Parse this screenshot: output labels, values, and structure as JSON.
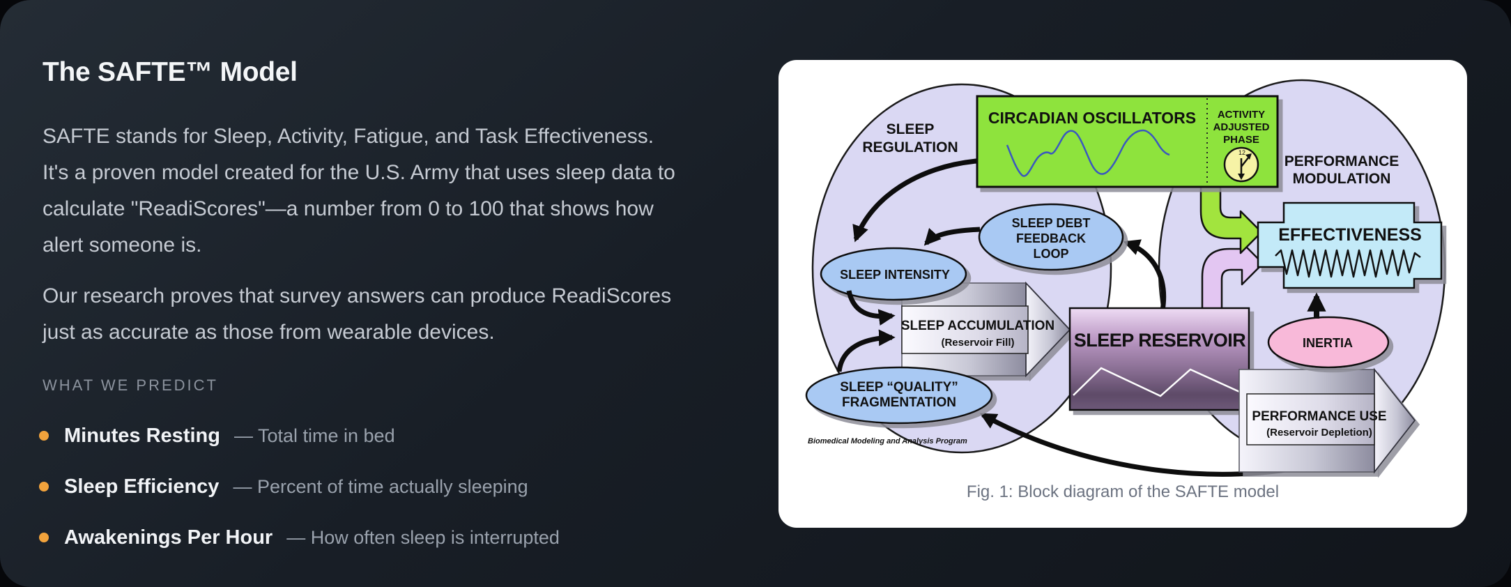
{
  "page": {
    "title": "The SAFTE™ Model",
    "paragraphs": {
      "p1": "SAFTE stands for Sleep, Activity, Fatigue, and Task Effectiveness.\nIt's a proven model created for the U.S. Army that uses sleep data to\ncalculate \"ReadiScores\"—a number from 0 to 100 that shows how\nalert someone is.",
      "p2": "Our research proves that survey answers can produce ReadiScores\njust as accurate as those from wearable devices."
    },
    "predict": {
      "label": "WHAT WE PREDICT",
      "items": [
        {
          "term": "Minutes Resting",
          "desc": "— Total time in bed"
        },
        {
          "term": "Sleep Efficiency",
          "desc": "— Percent of time actually sleeping"
        },
        {
          "term": "Awakenings Per Hour",
          "desc": "— How often sleep is interrupted"
        }
      ]
    }
  },
  "figure": {
    "caption": "Fig. 1: Block diagram of the SAFTE model",
    "credit": "Biomedical Modeling and Analysis Program",
    "labels": {
      "sleep_regulation": [
        "SLEEP",
        "REGULATION"
      ],
      "performance_modulation": [
        "PERFORMANCE",
        "MODULATION"
      ],
      "circadian": "CIRCADIAN OSCILLATORS",
      "activity_phase": [
        "ACTIVITY",
        "ADJUSTED",
        "PHASE"
      ],
      "clock_numeral": "12",
      "sleep_debt": [
        "SLEEP DEBT",
        "FEEDBACK",
        "LOOP"
      ],
      "sleep_intensity": "SLEEP INTENSITY",
      "fragmentation": [
        "SLEEP “QUALITY”",
        "FRAGMENTATION"
      ],
      "accumulation": [
        "SLEEP ACCUMULATION",
        "(Reservoir Fill)"
      ],
      "reservoir": "SLEEP RESERVOIR",
      "inertia": "INERTIA",
      "effectiveness": "EFFECTIVENESS",
      "performance_use": [
        "PERFORMANCE USE",
        "(Reservoir Depletion)"
      ]
    },
    "colors": {
      "lavender": "#dad8f3",
      "green": "#8ee33c",
      "green_arrow": "#a2e43e",
      "purple_arrow": "#e3c6f2",
      "blue": "#a9c9f3",
      "pink": "#f8b9d9",
      "cyan": "#c3eaf8",
      "clock_yellow": "#f6f3a6",
      "accent_orange": "#f2a33c",
      "card_bg": "#ffffff"
    }
  }
}
